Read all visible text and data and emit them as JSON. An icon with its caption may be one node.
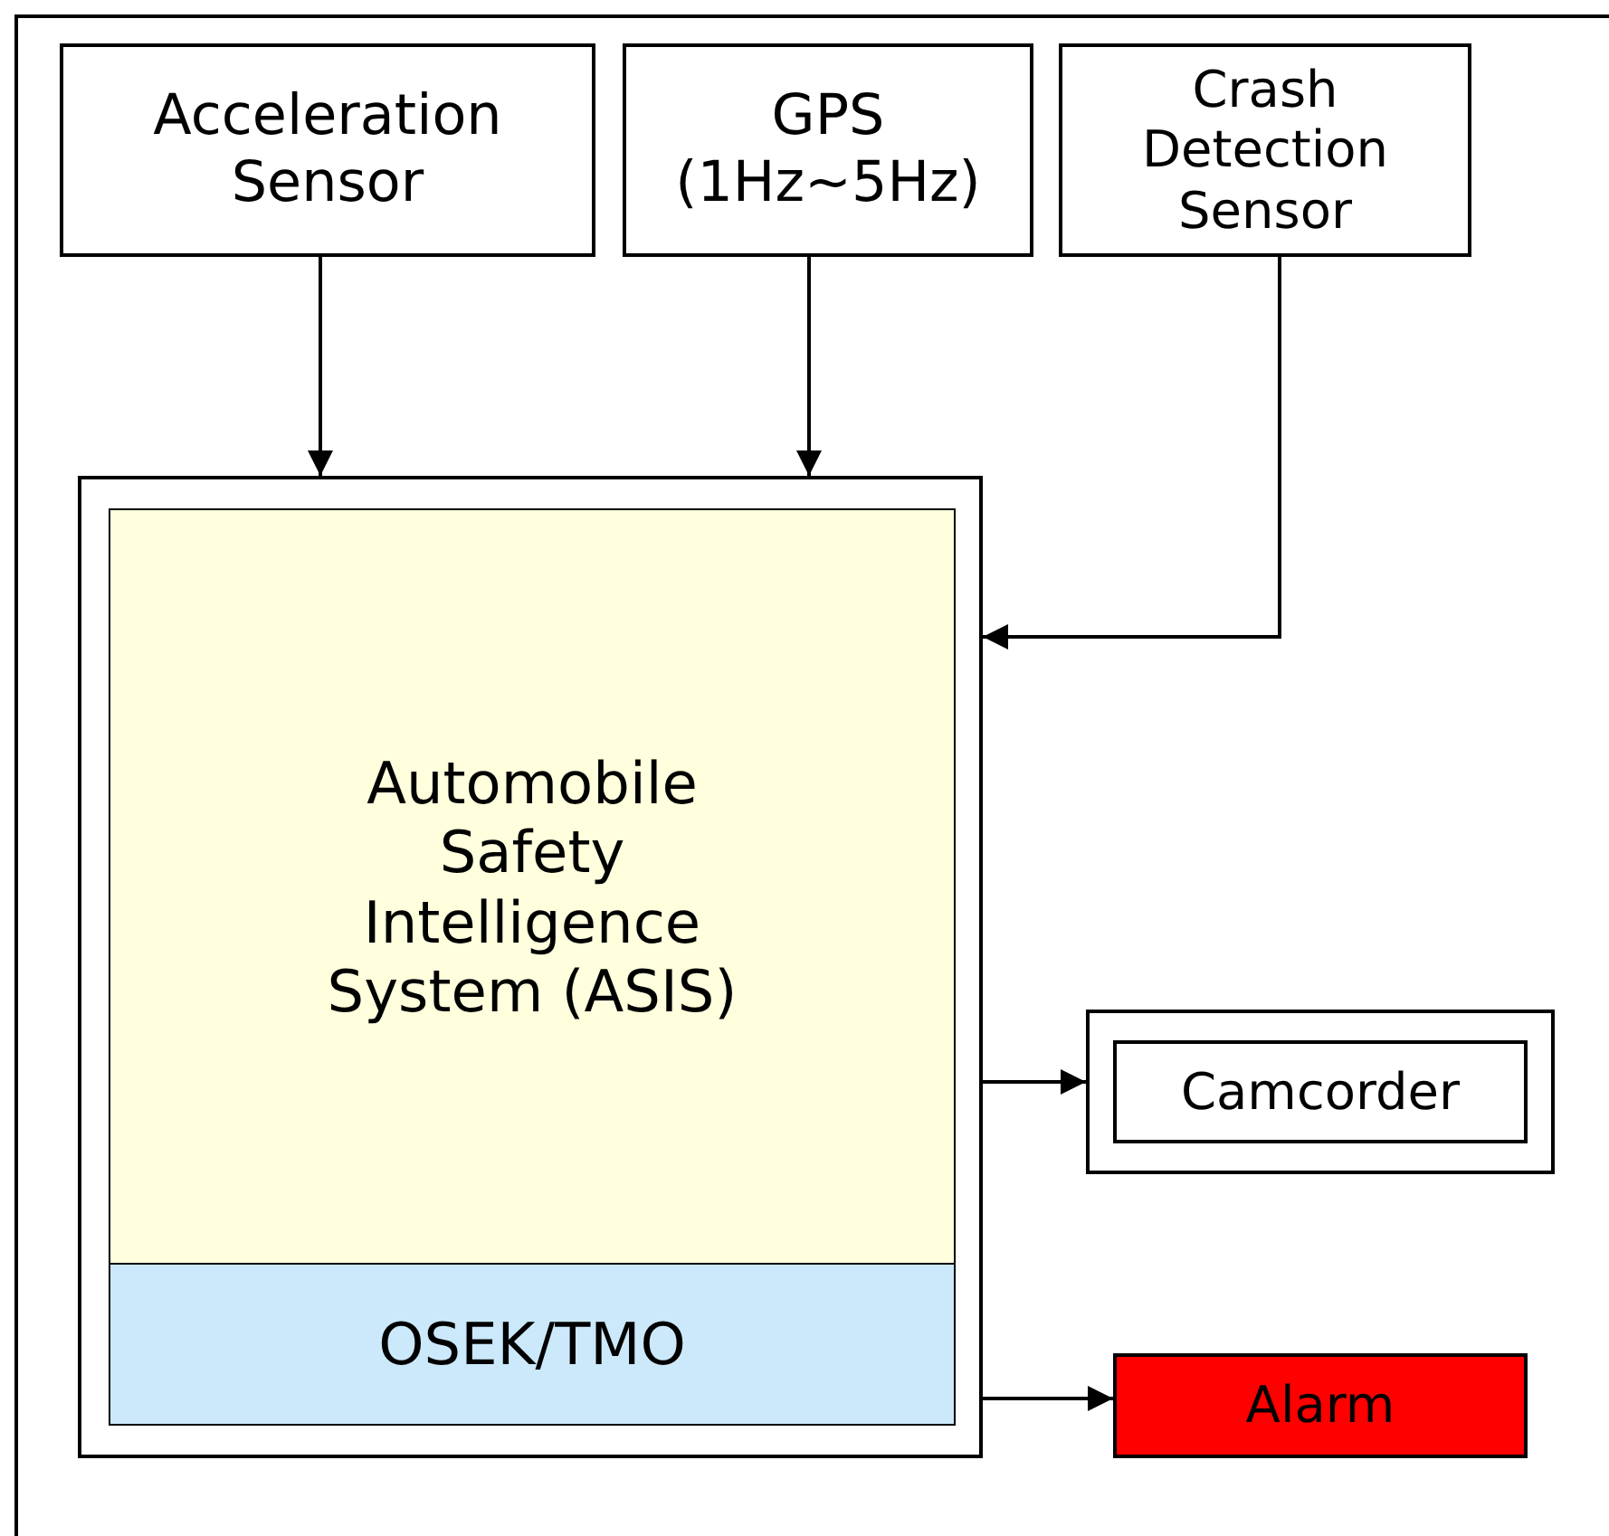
{
  "diagram": {
    "nodes": [
      {
        "text": [
          "Acceleration Sensor"
        ]
      },
      {
        "text": [
          "GPS (1Hz~5Hz)"
        ]
      },
      {
        "text": [
          "Crash Detection Sensor"
        ]
      },
      {
        "text": [],
        "shape": "box"
      },
      {
        "text": [
          "Automobile Safety Intelligence System (ASIS)"
        ],
        "in": 3
      },
      {
        "text": [
          "OSEK/TMO"
        ],
        "in": 3
      },
      {
        "text": [],
        "shape": "box"
      },
      {
        "text": [
          "Camcorder"
        ],
        "in": 6
      },
      {
        "text": [
          "Alarm"
        ]
      }
    ],
    "edges": [
      {
        "from": 0,
        "to": 3,
        "arrow": "to"
      },
      {
        "from": 1,
        "to": 3,
        "arrow": "to"
      },
      {
        "from": 2,
        "to": 3,
        "arrow": "to"
      },
      {
        "from": 3,
        "to": 6,
        "arrow": "to"
      },
      {
        "from": 3,
        "to": 8,
        "arrow": "to"
      }
    ]
  }
}
